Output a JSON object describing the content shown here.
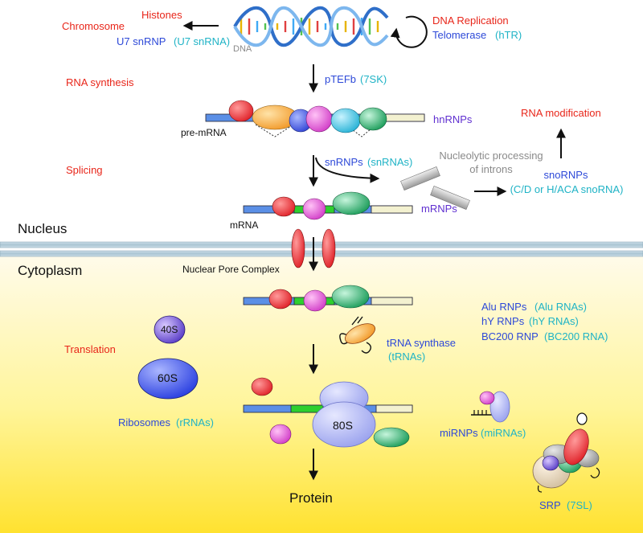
{
  "labels": {
    "chromosome": "Chromosome",
    "histones": "Histones",
    "u7_snrnp": "U7 snRNP",
    "u7_snrna": "(U7 snRNA)",
    "dna": "DNA",
    "dna_replication": "DNA Replication",
    "telomerase": "Telomerase",
    "htr": "(hTR)",
    "rna_synthesis": "RNA synthesis",
    "ptefb": "pTEFb",
    "sk7": "(7SK)",
    "hnrnps": "hnRNPs",
    "pre_mrna": "pre-mRNA",
    "rna_modification": "RNA modification",
    "splicing": "Splicing",
    "snrnps": "snRNPs",
    "snrnas": "(snRNAs)",
    "nucleolytic_1": "Nucleolytic processing",
    "nucleolytic_2": "of introns",
    "snornps": "snoRNPs",
    "snorna_types": "(C/D or H/ACA snoRNA)",
    "mrnps": "mRNPs",
    "mrna": "mRNA",
    "nucleus": "Nucleus",
    "cytoplasm": "Cytoplasm",
    "npc": "Nuclear Pore Complex",
    "alu_rnps": "Alu RNPs",
    "alu_rnas": "(Alu RNAs)",
    "hy_rnps": "hY RNPs",
    "hy_rnas": "(hY RNAs)",
    "bc200_rnp": "BC200 RNP",
    "bc200_rna": "(BC200 RNA)",
    "translation": "Translation",
    "trna_synthase": "tRNA synthase",
    "trnas": "(tRNAs)",
    "s40": "40S",
    "s60": "60S",
    "s80": "80S",
    "ribosomes": "Ribosomes",
    "rrnas": "(rRNAs)",
    "mirnps": "miRNPs",
    "mirnas": "(miRNAs)",
    "protein": "Protein",
    "srp": "SRP",
    "sl7": "(7SL)"
  }
}
